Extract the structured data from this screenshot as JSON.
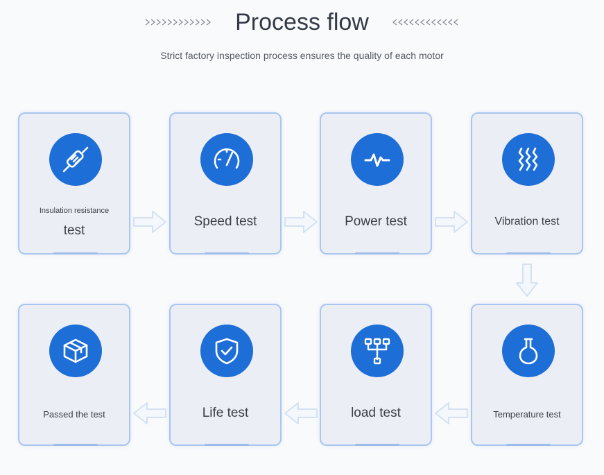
{
  "header": {
    "title": "Process flow",
    "subtitle": "Strict factory inspection process ensures the quality of each motor"
  },
  "steps": [
    {
      "label": "Insulation resistance",
      "label2": "test",
      "icon": "resistor-icon"
    },
    {
      "label": "Speed test",
      "icon": "speedometer-icon"
    },
    {
      "label": "Power test",
      "icon": "pulse-icon"
    },
    {
      "label": "Vibration test",
      "icon": "vibration-icon"
    },
    {
      "label": "Temperature test",
      "icon": "thermometer-bulb-icon"
    },
    {
      "label": "load test",
      "icon": "network-tree-icon"
    },
    {
      "label": "Life test",
      "icon": "shield-check-icon"
    },
    {
      "label": "Passed the test",
      "icon": "box-icon"
    }
  ],
  "colors": {
    "accent": "#1e6ed8",
    "card_bg": "#eceef5",
    "card_border": "#a8c6ee",
    "arrow": "#d4e2f4"
  }
}
